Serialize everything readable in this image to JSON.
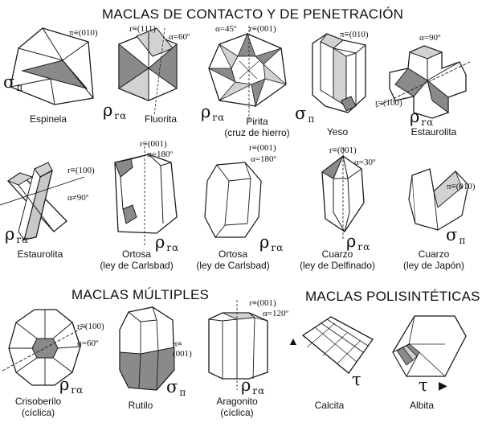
{
  "headings": {
    "contact": "MACLAS DE CONTACTO Y DE PENETRACIÓN",
    "multiple": "MACLAS MÚLTIPLES",
    "polysynthetic": "MACLAS POLISINTÉTICAS"
  },
  "symbols": {
    "rho": "ρ",
    "sigma": "σ",
    "tau": "τ",
    "sub_ra": "rα",
    "sub_pi": "π"
  },
  "crystals": {
    "espinela": {
      "name": "Espinela",
      "ann1": "π≡(010)"
    },
    "fluorita": {
      "name": "Fluorita",
      "ann1": "r≡(111)",
      "ann2": "α=60º"
    },
    "pirita": {
      "name": "Pirita",
      "name2": "(cruz de hierro)",
      "ann1": "α=45º",
      "ann2": "r≡(001)"
    },
    "yeso": {
      "name": "Yeso",
      "ann1": "π≡(010)"
    },
    "estaurolita1": {
      "name": "Estaurolita",
      "ann1": "α=90º",
      "ann2": "r=(100)"
    },
    "estaurolita2": {
      "name": "Estaurolita",
      "ann1": "r≡(100)",
      "ann2": "α≠90º"
    },
    "ortosa1": {
      "name": "Ortosa",
      "name2": "(ley de  Carlsbad)",
      "ann1": "r≡(001)",
      "ann2": "α=180º"
    },
    "ortosa2": {
      "name": "Ortosa",
      "name2": "(ley de  Carlsbad)",
      "ann1": "r≡(001)",
      "ann2": "α=180º"
    },
    "cuarzo1": {
      "name": "Cuarzo",
      "name2": "(ley de Delfinado)",
      "ann1": "r≡(001)",
      "ann2": "α=30º"
    },
    "cuarzo2": {
      "name": "Cuarzo",
      "name2": "(ley de Japón)",
      "ann1": "π≡(010)"
    },
    "crisoberilo": {
      "name": "Crisoberilo",
      "name2": "(cíclica)",
      "ann1": "r≡(100)",
      "ann2": "α=60º"
    },
    "rutilo": {
      "name": "Rutilo",
      "ann1": "π≡",
      "ann2": "(001)"
    },
    "aragonito": {
      "name": "Aragonito",
      "name2": "(cíclica)",
      "ann1": "r≡(001)",
      "ann2": "α=120º"
    },
    "calcita": {
      "name": "Calcita"
    },
    "albita": {
      "name": "Albita"
    }
  },
  "colors": {
    "shade": "#8a8a8a",
    "line": "#1a1a1a",
    "light": "#d2d2d2"
  }
}
